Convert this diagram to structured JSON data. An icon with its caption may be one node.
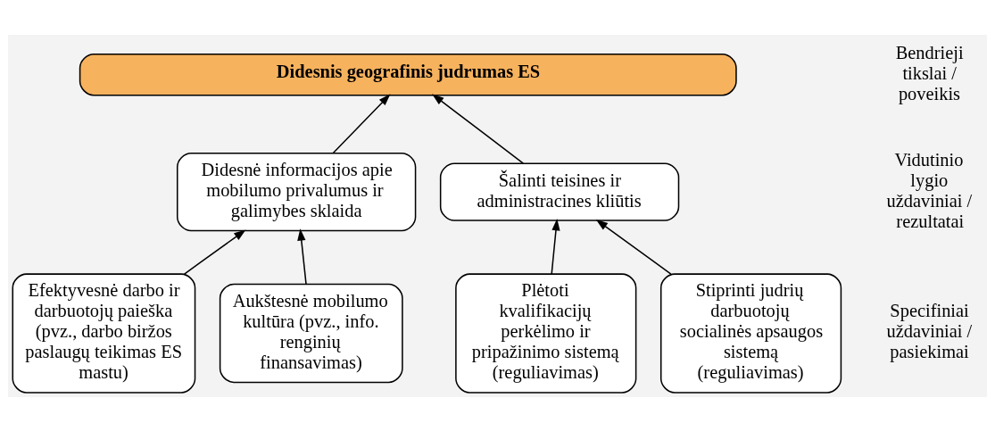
{
  "diagram": {
    "nodes": [
      {
        "text": [
          "Didesnis geografinis judrumas ES"
        ]
      },
      {
        "text": [
          "Didesnė informacijos apie mobilumo privalumus ir galimybes sklaida"
        ]
      },
      {
        "text": [
          "Šalinti teisines ir administracines kliūtis"
        ]
      },
      {
        "text": [
          "Efektyvesnė darbo ir darbuotojų paieška (pvz., darbo biržos paslaugų teikimas ES mastu)"
        ]
      },
      {
        "text": [
          "Aukštesnė mobilumo kultūra (pvz., info. renginių finansavimas)"
        ]
      },
      {
        "text": [
          "Plėtoti kvalifikacijų perkėlimo ir pripažinimo sistemą (reguliavimas)"
        ]
      },
      {
        "text": [
          "Stiprinti judrių darbuotojų socialinės apsaugos sistemą (reguliavimas)"
        ]
      }
    ],
    "edges": [
      {
        "from": 1,
        "to": 0,
        "arrow": "to"
      },
      {
        "from": 2,
        "to": 0,
        "arrow": "to"
      },
      {
        "from": 3,
        "to": 1,
        "arrow": "to"
      },
      {
        "from": 4,
        "to": 1,
        "arrow": "to"
      },
      {
        "from": 5,
        "to": 2,
        "arrow": "to"
      },
      {
        "from": 6,
        "to": 2,
        "arrow": "to"
      }
    ],
    "labels": [
      "Bendrieji tikslai / poveikis",
      "Vidutinio lygio uždaviniai / rezultatai",
      "Specifiniai uždaviniai / pasiekimai"
    ]
  }
}
